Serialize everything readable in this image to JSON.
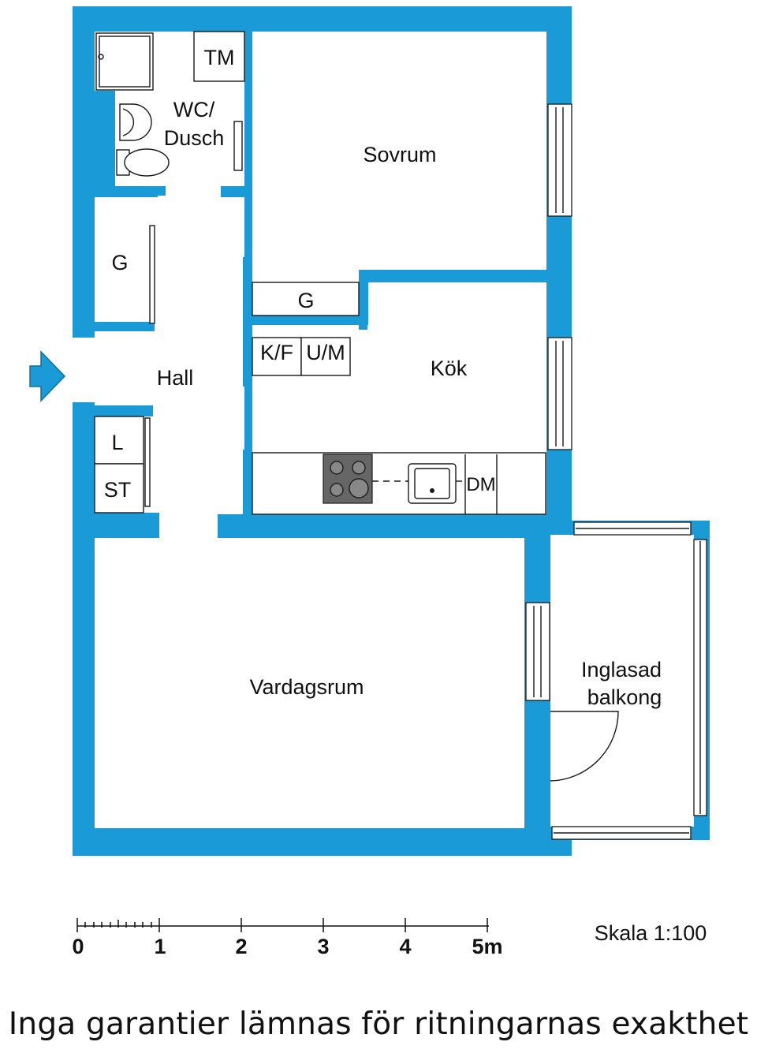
{
  "colors": {
    "wall": "#1a9bd7",
    "floor": "#ffffff",
    "stove": "#666666",
    "line": "#1a1a1a"
  },
  "rooms": {
    "tm": "TM",
    "wc_line1": "WC/",
    "wc_line2": "Dusch",
    "sovrum": "Sovrum",
    "g_hall": "G",
    "g_closet": "G",
    "hall": "Hall",
    "kf": "K/F",
    "um": "U/M",
    "kok": "Kök",
    "l": "L",
    "st": "ST",
    "dm": "DM",
    "vardagsrum": "Vardagsrum",
    "balcony_line1": "Inglasad",
    "balcony_line2": "balkong"
  },
  "entrance_icon": "entrance-arrow-icon",
  "scale": {
    "labels": [
      "0",
      "1",
      "2",
      "3",
      "4",
      "5m"
    ],
    "text": "Skala 1:100"
  },
  "disclaimer": "Inga garantier lämnas för ritningarnas exakthet"
}
